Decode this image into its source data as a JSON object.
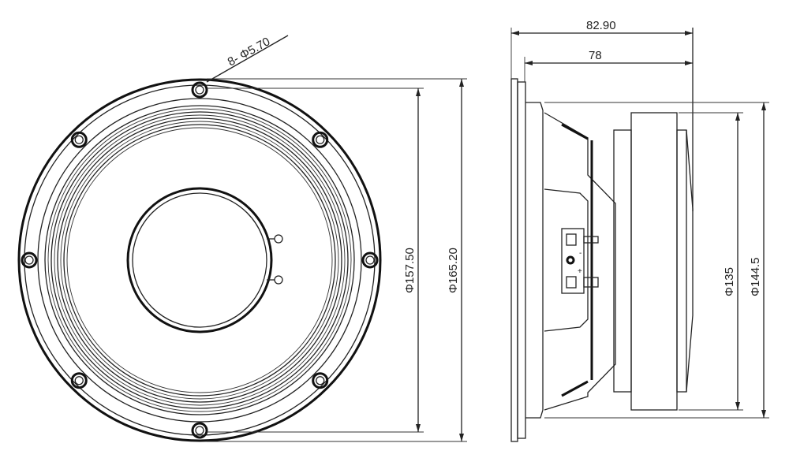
{
  "drawing": {
    "hole_callout": "8- Φ5.70",
    "front_view": {
      "inner_diameter": "Φ157.50",
      "outer_diameter": "Φ165.20"
    },
    "side_view": {
      "overall_depth": "82.90",
      "mounting_depth": "78",
      "magnet_diameter": "Φ135",
      "basket_diameter": "Φ144.5",
      "terminal_minus": "-",
      "terminal_plus": "+"
    }
  }
}
